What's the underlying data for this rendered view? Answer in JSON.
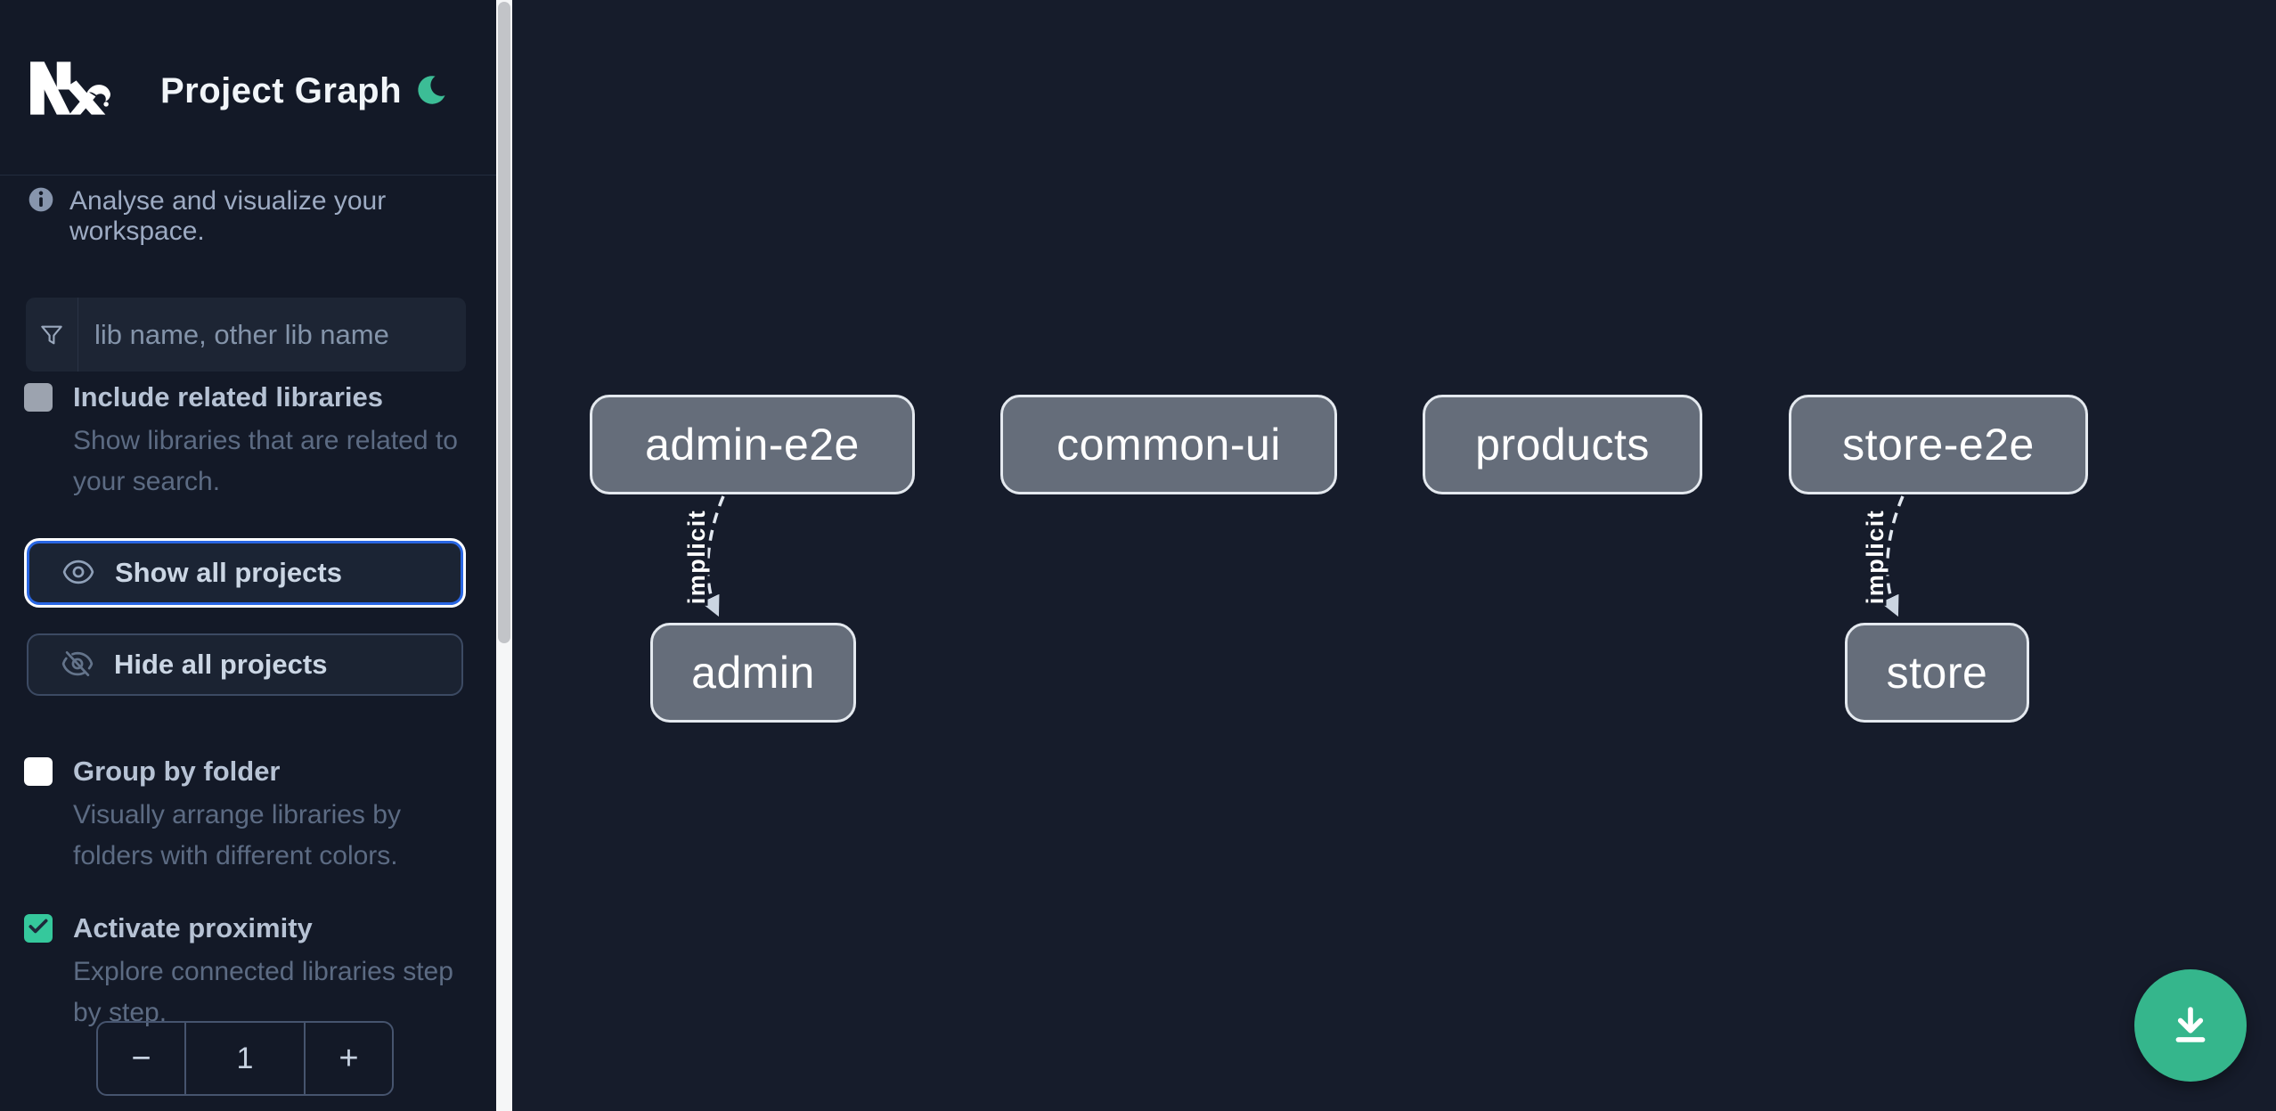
{
  "header": {
    "title": "Project Graph",
    "logo_name": "nx-logo",
    "theme_icon": "moon-icon"
  },
  "sidebar": {
    "tagline": "Analyse and visualize your workspace.",
    "filter_placeholder": "lib name, other lib name",
    "options": [
      {
        "label": "Include related libraries",
        "description": "Show libraries that are related to your search.",
        "checked": false
      },
      {
        "label": "Group by folder",
        "description": "Visually arrange libraries by folders with different colors.",
        "checked": false
      },
      {
        "label": "Activate proximity",
        "description": "Explore connected libraries step by step.",
        "checked": true
      }
    ],
    "actions": [
      {
        "label": "Show all projects",
        "icon": "eye-icon",
        "focused": true
      },
      {
        "label": "Hide all projects",
        "icon": "eye-off-icon",
        "focused": false
      }
    ],
    "proximity_stepper": {
      "decrement_label": "−",
      "value": "1",
      "increment_label": "+"
    }
  },
  "graph": {
    "nodes": [
      {
        "id": "admin-e2e"
      },
      {
        "id": "common-ui"
      },
      {
        "id": "products"
      },
      {
        "id": "store-e2e"
      },
      {
        "id": "admin"
      },
      {
        "id": "store"
      }
    ],
    "edges": [
      {
        "from": "admin-e2e",
        "to": "admin",
        "type": "implicit"
      },
      {
        "from": "store-e2e",
        "to": "store",
        "type": "implicit"
      }
    ]
  },
  "fab": {
    "icon": "download-icon"
  },
  "colors": {
    "sidebar_bg": "#131927",
    "canvas_bg": "#161c2b",
    "node_fill": "#656d7a",
    "node_border": "#e4e9ef",
    "accent_green": "#35b68c",
    "checkbox_green": "#35c89c",
    "focus_blue": "#2966e3"
  }
}
